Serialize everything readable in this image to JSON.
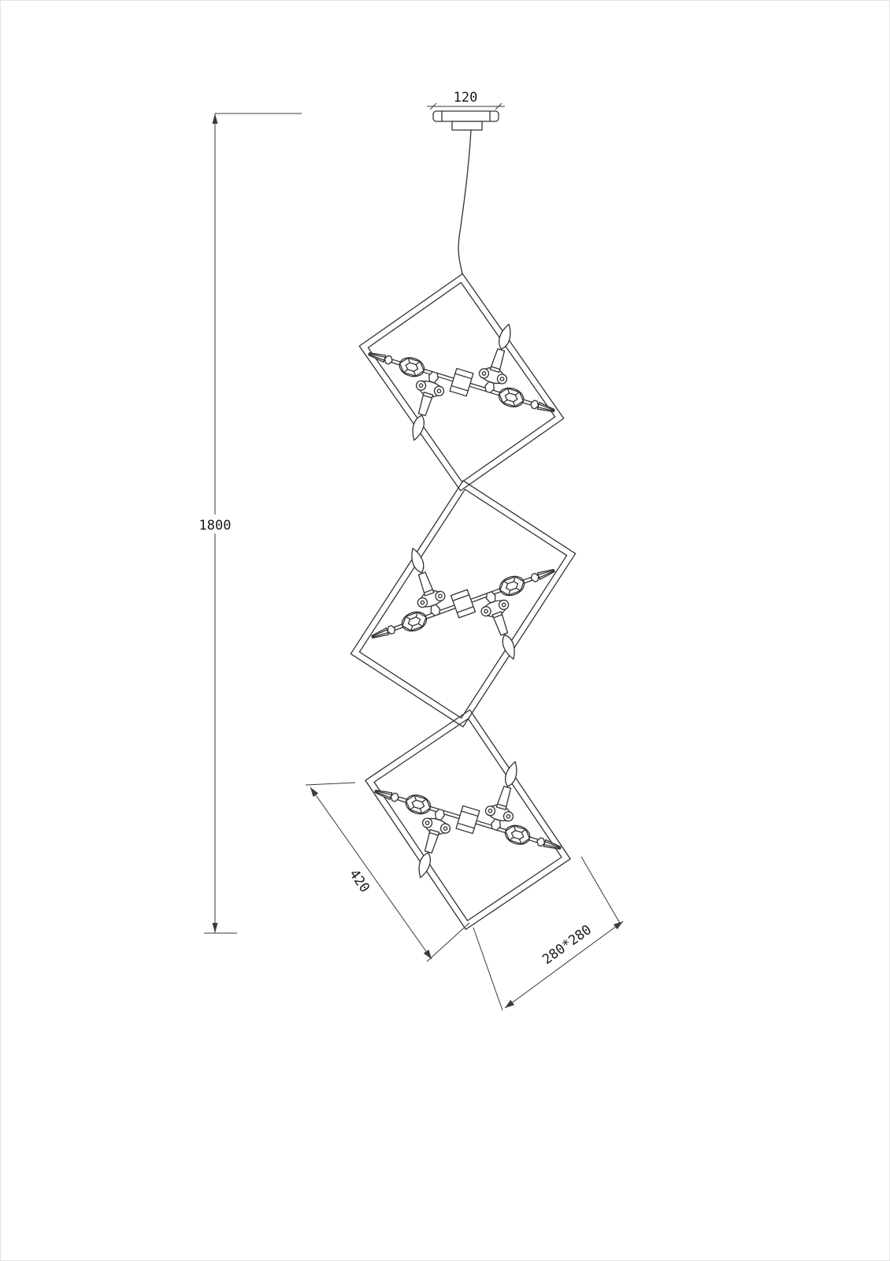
{
  "dimensions": {
    "canopy_width": "120",
    "overall_drop": "1800",
    "frame_diagonal": "420",
    "frame_size": "280*280"
  },
  "style": {
    "line_color": "#333333",
    "dimension_text_color": "#1a1a1a",
    "background": "#ffffff"
  }
}
